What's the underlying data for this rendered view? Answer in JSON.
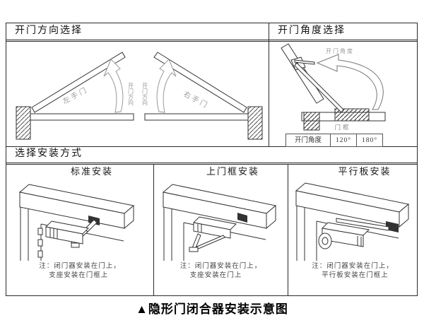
{
  "figure": {
    "direction_section": {
      "title": "开门方向选择",
      "left_door": {
        "door_label": "左手门",
        "arrow_label": "开门方向"
      },
      "right_door": {
        "door_label": "右手门",
        "arrow_label": "开门方向"
      }
    },
    "angle_section": {
      "title": "开门角度选择",
      "arrow_label": "开门角度",
      "frame_label": "门框",
      "angle_table": {
        "header": "开门角度",
        "option1": "120°",
        "option2": "180°"
      }
    },
    "mounting_section": {
      "title": "选择安装方式",
      "panels": [
        {
          "label": "标准安装",
          "note_line1": "注：闭门器安装在门上，",
          "note_line2": "支座安装在门框上"
        },
        {
          "label": "上门框安装",
          "note_line1": "注：闭门器安装在门上，",
          "note_line2": "支座安装在门上"
        },
        {
          "label": "平行板安装",
          "note_line1": "注：闭门器安装在门上，",
          "note_line2": "平行板安装在门框上"
        }
      ]
    }
  },
  "caption": "▲隐形门闭合器安装示意图",
  "colors": {
    "line": "#2a2a2a",
    "diagram_line": "#333333",
    "label_gray": "#9a9a9a",
    "note_gray": "#444444",
    "background": "#ffffff"
  }
}
